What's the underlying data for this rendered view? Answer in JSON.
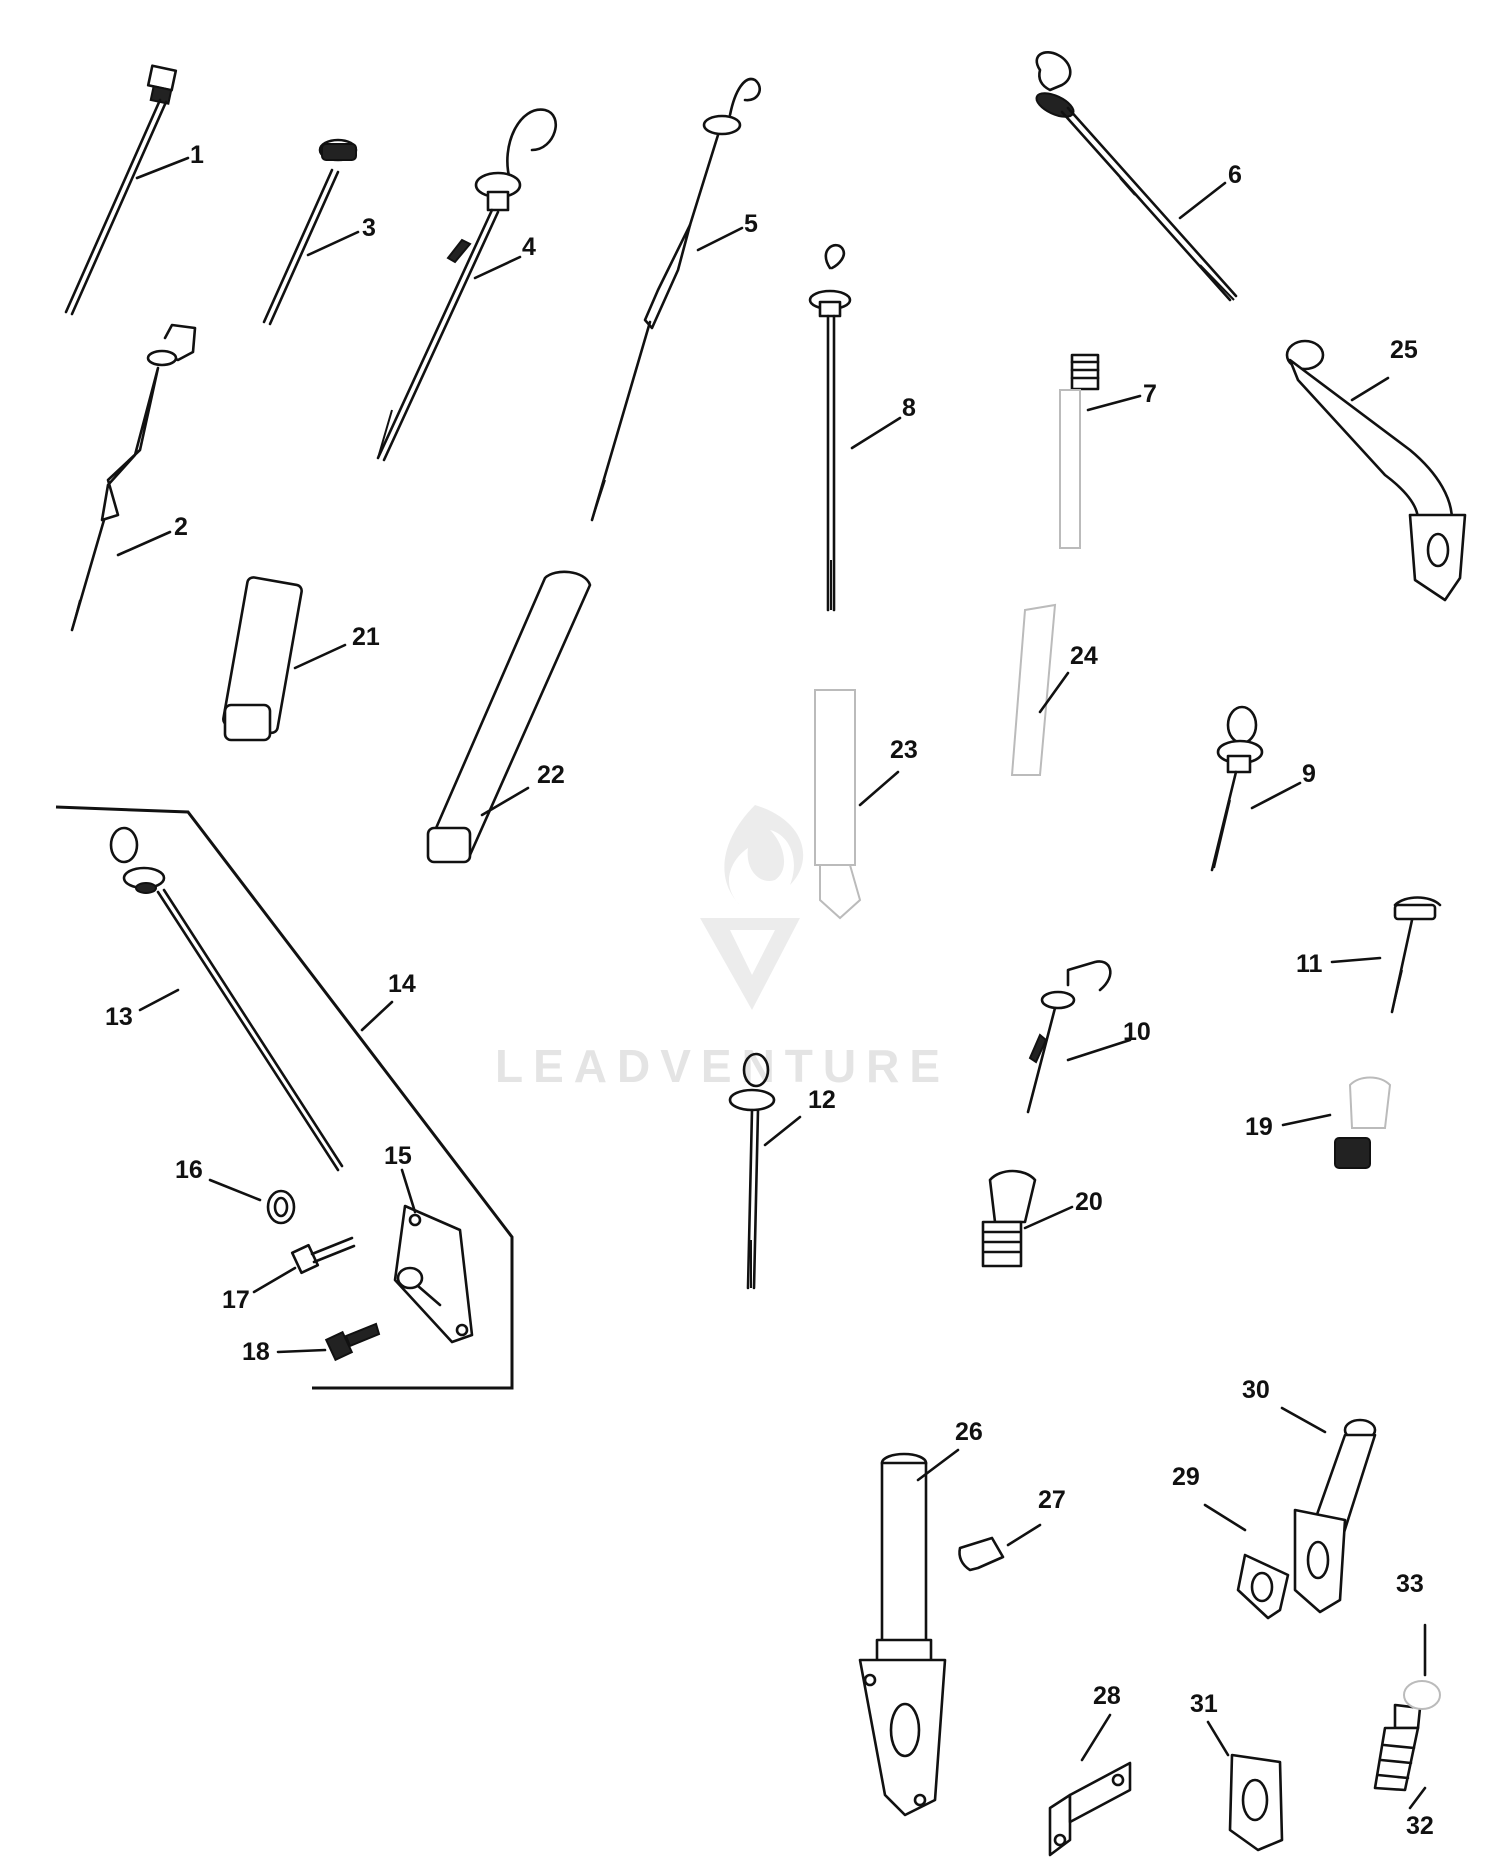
{
  "title": "",
  "watermark": {
    "text": "LEADVENTURE",
    "logo": "flame-v-logo"
  },
  "callouts": [
    "1",
    "2",
    "3",
    "4",
    "5",
    "6",
    "7",
    "8",
    "9",
    "10",
    "11",
    "12",
    "13",
    "14",
    "15",
    "16",
    "17",
    "18",
    "19",
    "20",
    "21",
    "22",
    "23",
    "24",
    "25",
    "26",
    "27",
    "28",
    "29",
    "30",
    "31",
    "32",
    "33"
  ],
  "colors": {
    "line": "#111111",
    "background": "#ffffff",
    "watermark": "#e4e4e4"
  }
}
